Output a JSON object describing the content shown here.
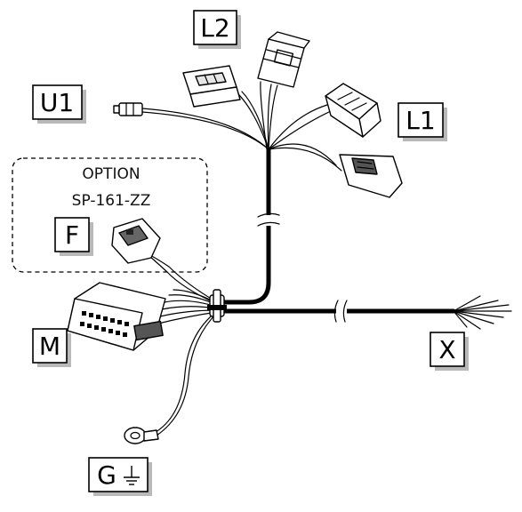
{
  "labels": {
    "L2": "L2",
    "U1": "U1",
    "L1": "L1",
    "F": "F",
    "M": "M",
    "X": "X",
    "G": "G"
  },
  "option": {
    "line1": "OPTION",
    "line2": "SP-161-ZZ"
  },
  "colors": {
    "line": "#000000",
    "shadow": "#b9b9b9",
    "connector_fill": "#ffffff",
    "connector_dark": "#555555"
  },
  "icons": {
    "ground": "ground-symbol-icon"
  }
}
